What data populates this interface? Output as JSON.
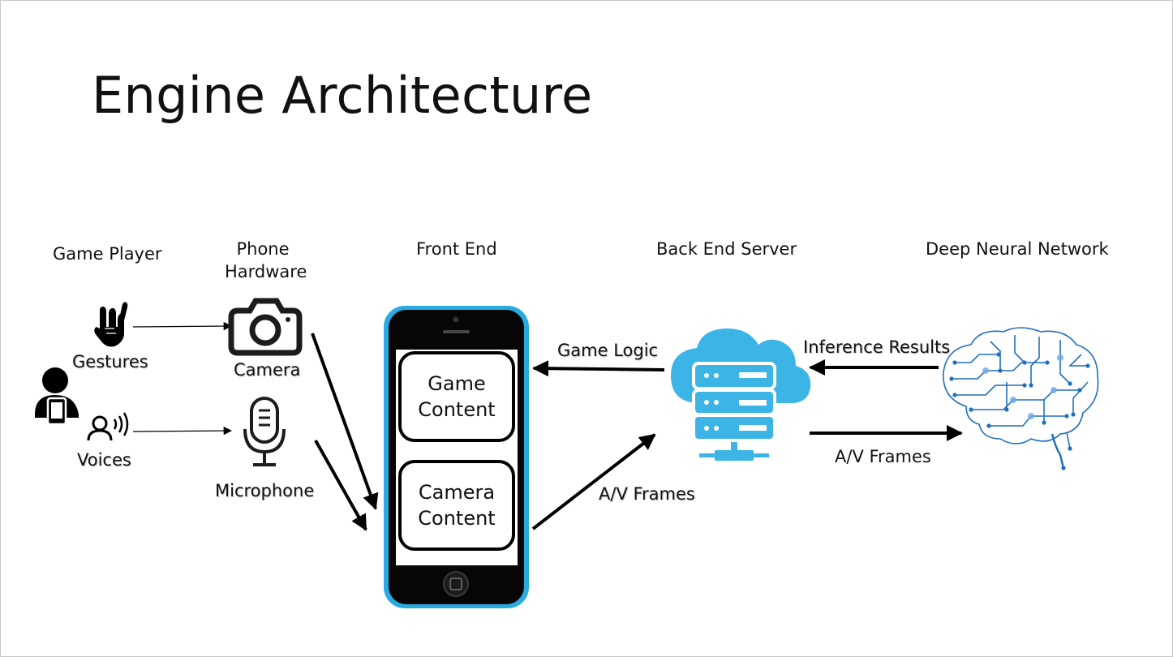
{
  "slide": {
    "title": "Engine Architecture"
  },
  "columns": {
    "game_player": "Game Player",
    "phone_hardware_line1": "Phone",
    "phone_hardware_line2": "Hardware",
    "front_end": "Front End",
    "back_end_server": "Back End Server",
    "deep_neural_network": "Deep Neural Network"
  },
  "inputs": {
    "gestures": "Gestures",
    "voices": "Voices"
  },
  "hardware": {
    "camera": "Camera",
    "microphone": "Microphone"
  },
  "phone_screen": {
    "game_content_line1": "Game",
    "game_content_line2": "Content",
    "camera_content_line1": "Camera",
    "camera_content_line2": "Content"
  },
  "flows": {
    "game_logic": "Game Logic",
    "av_frames_to_server": "A/V Frames",
    "inference_results": "Inference Results",
    "av_frames_to_dnn": "A/V Frames"
  },
  "colors": {
    "phone_body": "#29aae1",
    "server_icon": "#3cb4e5",
    "brain": "#1f6fbd",
    "arrows": "#000000"
  },
  "icons": [
    "user-with-phone-icon",
    "hand-gesture-icon",
    "voice-icon",
    "camera-icon",
    "microphone-icon",
    "smartphone-icon",
    "cloud-server-icon",
    "circuit-brain-icon"
  ]
}
